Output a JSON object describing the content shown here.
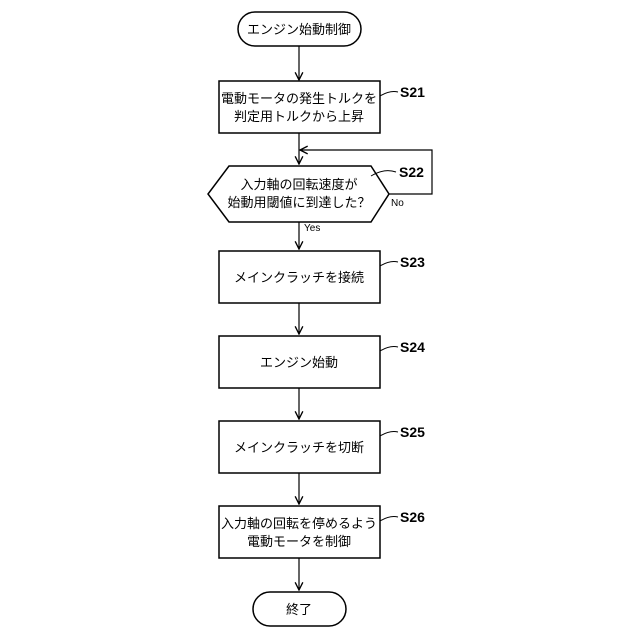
{
  "nodes": {
    "start": "エンジン始動制御",
    "s21": [
      "電動モータの発生トルクを",
      "判定用トルクから上昇"
    ],
    "s22": [
      "入力軸の回転速度が",
      "始動用閾値に到達した？"
    ],
    "s23": "メインクラッチを接続",
    "s24": "エンジン始動",
    "s25": "メインクラッチを切断",
    "s26": [
      "入力軸の回転を停めるよう",
      "電動モータを制御"
    ],
    "end": "終了"
  },
  "step_labels": {
    "s21": "S21",
    "s22": "S22",
    "s23": "S23",
    "s24": "S24",
    "s25": "S25",
    "s26": "S26"
  },
  "branches": {
    "yes": "Yes",
    "no": "No"
  }
}
